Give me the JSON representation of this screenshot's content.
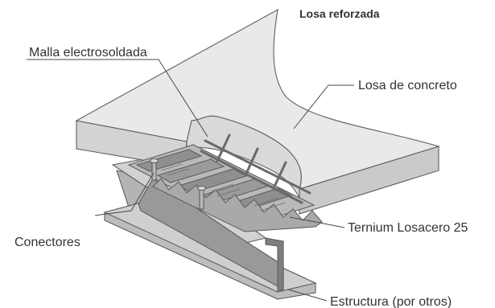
{
  "diagram": {
    "title": "Losa reforzada",
    "labels": {
      "mesh": "Malla electrosoldada",
      "slab": "Losa de concreto",
      "deck": "Ternium Losacero 25",
      "connectors": "Conectores",
      "structure": "Estructura (por otros)"
    },
    "colors": {
      "concrete_top": "#e9e9e9",
      "concrete_side": "#d0d0d0",
      "deck_light": "#c9c9c9",
      "deck_dark": "#8f8f8f",
      "steel_light": "#c6c6c6",
      "steel_dark": "#8a8a8a",
      "edge": "#5f5f5f",
      "text": "#333333"
    }
  }
}
